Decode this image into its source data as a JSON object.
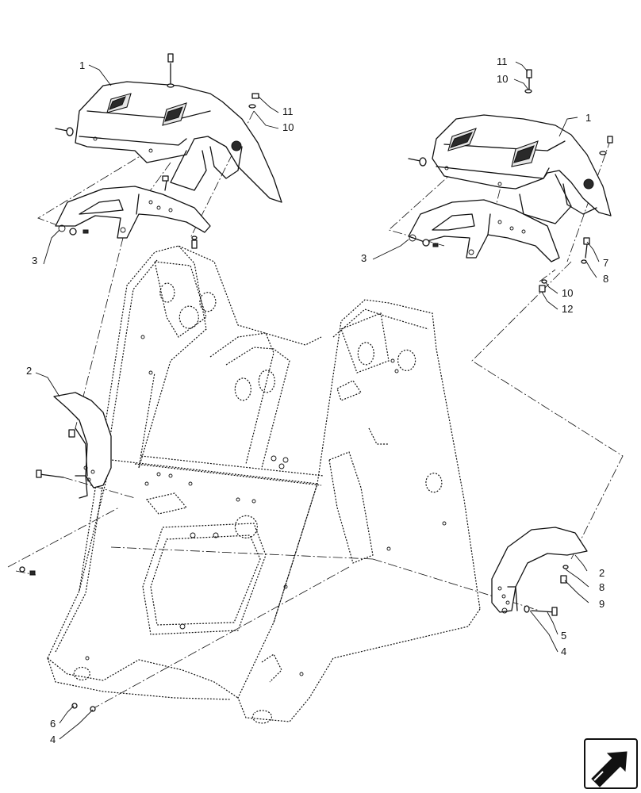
{
  "diagram": {
    "callouts": {
      "c1_left": "1",
      "c1_right": "1",
      "c2_left": "2",
      "c2_right": "2",
      "c3_left": "3",
      "c3_right": "3",
      "c4_right": "4",
      "c4_bottom": "4",
      "c5": "5",
      "c6": "6",
      "c7": "7",
      "c8_upper": "8",
      "c8_lower": "8",
      "c9": "9",
      "c10_left": "10",
      "c10_top_right": "10",
      "c10_mid_right": "10",
      "c11_left": "11",
      "c11_right": "11",
      "c12": "12"
    },
    "nav_icon": "arrow-navigation-icon"
  }
}
